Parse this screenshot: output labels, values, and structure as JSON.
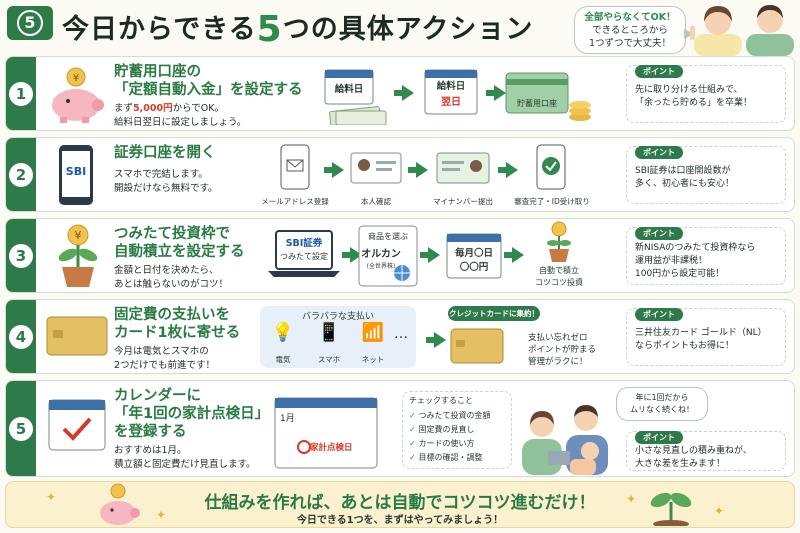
{
  "header": {
    "badge": "5",
    "title_prefix": "今日からできる",
    "title_number": "5",
    "title_suffix": "つの具体アクション",
    "bubble_line1": "全部やらなくてOK！",
    "bubble_line2": "できるところから",
    "bubble_line3": "1つずつで大丈夫！"
  },
  "steps": [
    {
      "number": "1",
      "title1": "貯蓄用口座の",
      "title2": "「定額自動入金」を設定する",
      "desc1_pre": "まず",
      "desc1_red": "5,000円",
      "desc1_post": "からでOK。",
      "desc2": "給料日翌日に設定しましょう。",
      "cal1": "給料日",
      "cal2_top": "給料日",
      "cal2_bottom": "翌日",
      "bank": "貯蓄用口座",
      "point_tag": "ポイント",
      "point1": "先に取り分ける仕組みで、",
      "point2": "「余ったら貯める」を卒業！"
    },
    {
      "number": "2",
      "title1": "証券口座を開く",
      "desc1": "スマホで完結します。",
      "desc2": "開設だけなら無料です。",
      "phone_logo": "SBI",
      "labels": [
        "メールアドレス登録",
        "本人確認",
        "マイナンバー提出",
        "審査完了・ID受け取り"
      ],
      "point_tag": "ポイント",
      "point1": "SBI証券は口座開設数が",
      "point2": "多く、初心者にも安心！"
    },
    {
      "number": "3",
      "title1": "つみたて投資枠で",
      "title2": "自動積立を設定する",
      "desc1": "金額と日付を決めたら、",
      "desc2": "あとは触らないのがコツ！",
      "laptop1": "SBI証券",
      "laptop2": "つみたて設定",
      "card1": "商品を選ぶ",
      "card2": "オルカン",
      "card3": "(全世界株)",
      "cal1": "毎月〇日",
      "cal2": "〇〇円",
      "plant1": "自動で積立",
      "plant2": "コツコツ投資",
      "point_tag": "ポイント",
      "point1": "新NISAのつみたて投資枠なら",
      "point2": "運用益が非課税！",
      "point3": "100円から設定可能！"
    },
    {
      "number": "4",
      "title1": "固定費の支払いを",
      "title2": "カード1枚に寄せる",
      "desc1": "今月は電気とスマホの",
      "desc2": "2つだけでも前進です！",
      "bills_title": "バラバラな支払い",
      "bills": [
        "電気",
        "スマホ",
        "ネット"
      ],
      "ellipsis": "…",
      "credit_tag": "クレジットカードに集約！",
      "merit1": "支払い忘れゼロ",
      "merit2": "ポイントが貯まる",
      "merit3": "管理がラクに！",
      "point_tag": "ポイント",
      "point1": "三井住友カード ゴールド（NL）",
      "point2": "ならポイントもお得に！"
    },
    {
      "number": "5",
      "title1": "カレンダーに",
      "title2": "「年1回の家計点検日」",
      "title3": "を登録する",
      "desc1": "おすすめは1月。",
      "desc2": "積立額と固定費だけ見直します。",
      "cal_month": "1月",
      "cal_event": "家計点検日",
      "check_title": "チェックすること",
      "checks": [
        "つみたて投資の金額",
        "固定費の見直し",
        "カードの使い方",
        "目標の確認・調整"
      ],
      "speech1": "年に1回だから",
      "speech2": "ムリなく続くね！",
      "point_tag": "ポイント",
      "point1": "小さな見直しの積み重ねが、",
      "point2": "大きな差を生みます！"
    }
  ],
  "footer": {
    "main": "仕組みを作れば、あとは自動でコツコツ進むだけ！",
    "sub": "今日できる1つを、まずはやってみましょう！"
  },
  "colors": {
    "green": "#2f7a4a",
    "accent": "#2f8a4e",
    "red": "#d63a2a",
    "gold": "#e3b23a"
  }
}
